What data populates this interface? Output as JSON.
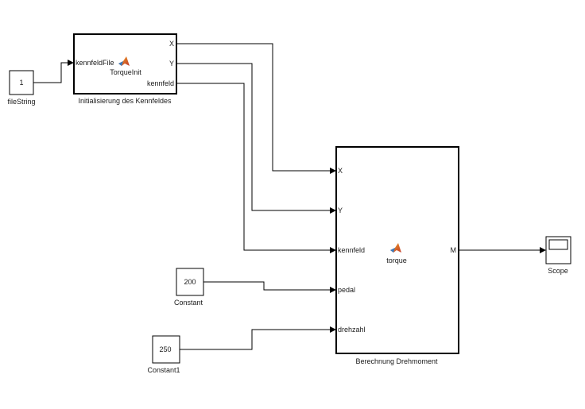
{
  "blocks": {
    "fileString": {
      "value": "1",
      "name": "fileString"
    },
    "torqueInit": {
      "name": "Initialisierung des Kennfeldes",
      "function": "TorqueInit",
      "inputs": [
        "kennfeldFile"
      ],
      "outputs": [
        "X",
        "Y",
        "kennfeld"
      ]
    },
    "constant": {
      "value": "200",
      "name": "Constant"
    },
    "constant1": {
      "value": "250",
      "name": "Constant1"
    },
    "torque": {
      "name": "Berechnung Drehmoment",
      "function": "torque",
      "inputs": [
        "X",
        "Y",
        "kennfeld",
        "pedal",
        "drehzahl"
      ],
      "outputs": [
        "M"
      ]
    },
    "scope": {
      "name": "Scope"
    }
  },
  "icons": {
    "matlab": "matlab-logo-icon",
    "scope": "scope-icon",
    "arrow": "arrowhead-icon"
  }
}
